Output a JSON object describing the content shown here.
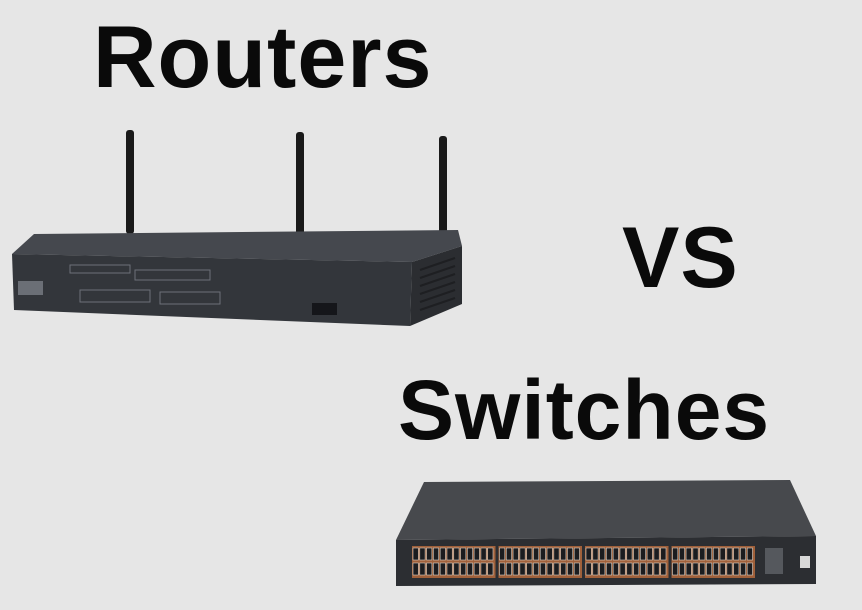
{
  "heading_top": "Routers",
  "heading_middle": "VS",
  "heading_bottom": "Switches",
  "colors": {
    "background": "#e6e6e6",
    "text": "#0a0a0a",
    "device_body": "#3a3d42",
    "port_trim": "#a0603a"
  },
  "switch_ports": {
    "groups": 4,
    "columns_per_group": 12,
    "rows": 2
  }
}
